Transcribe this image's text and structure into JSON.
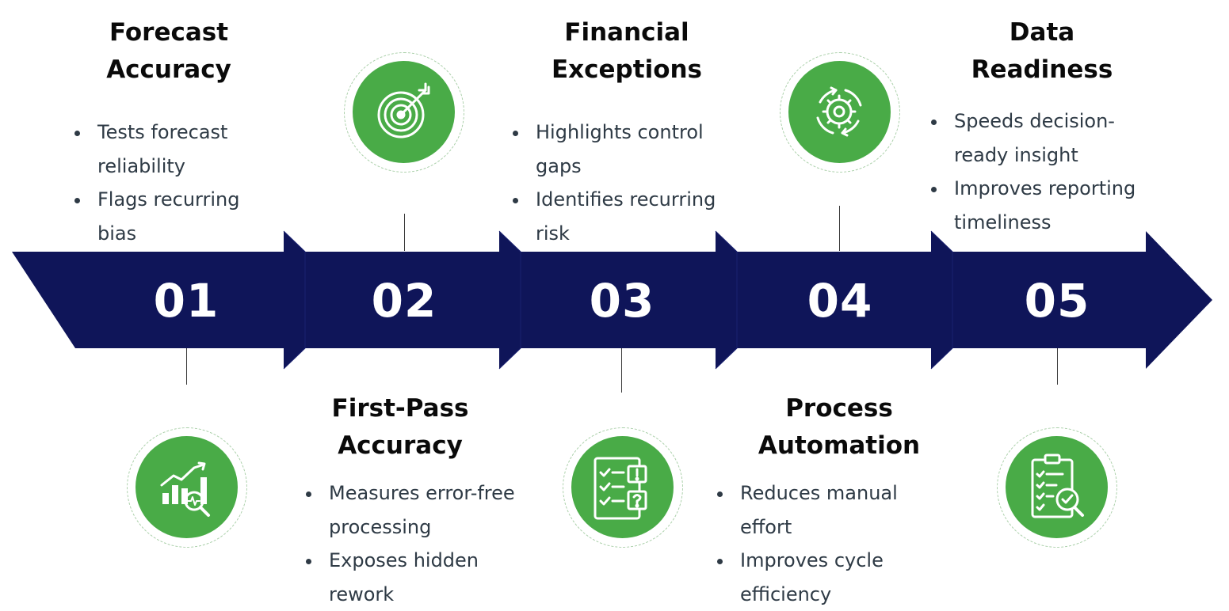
{
  "colors": {
    "arrow_navy": "#0f1559",
    "icon_green": "#49ab47",
    "text_dark": "#0a0a0a",
    "bullet_text": "#2e3a45"
  },
  "steps": [
    {
      "number": "01",
      "title_line1": "Forecast",
      "title_line2": "Accuracy",
      "bullets": [
        "Tests forecast reliability",
        "Flags recurring bias"
      ],
      "icon": "chart-analytics-icon"
    },
    {
      "number": "02",
      "title_line1": "First-Pass",
      "title_line2": "Accuracy",
      "bullets": [
        "Measures error-free processing",
        "Exposes hidden rework"
      ],
      "icon": "target-icon"
    },
    {
      "number": "03",
      "title_line1": "Financial",
      "title_line2": "Exceptions",
      "bullets": [
        "Highlights control gaps",
        "Identifies recurring risk"
      ],
      "icon": "checklist-exceptions-icon"
    },
    {
      "number": "04",
      "title_line1": "Process",
      "title_line2": "Automation",
      "bullets": [
        "Reduces manual effort",
        "Improves cycle efficiency"
      ],
      "icon": "gear-cycle-icon"
    },
    {
      "number": "05",
      "title_line1": "Data",
      "title_line2": "Readiness",
      "bullets": [
        "Speeds decision-ready insight",
        "Improves reporting timeliness"
      ],
      "icon": "clipboard-review-icon"
    }
  ]
}
